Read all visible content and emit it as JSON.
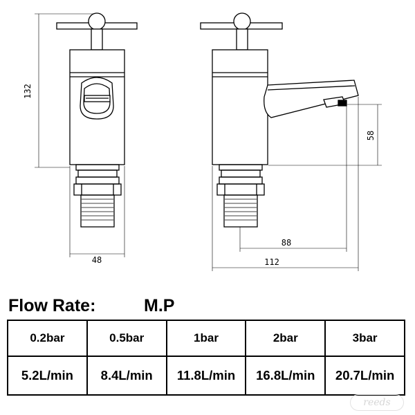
{
  "dimensions": {
    "height_label": "132",
    "width_front_label": "48",
    "spout_height_label": "58",
    "spout_reach_label": "88",
    "overall_depth_label": "112"
  },
  "flow_rate": {
    "title": "Flow Rate:",
    "pressure_type": "M.P",
    "headers": [
      "0.2bar",
      "0.5bar",
      "1bar",
      "2bar",
      "3bar"
    ],
    "values": [
      "5.2L/min",
      "8.4L/min",
      "11.8L/min",
      "16.8L/min",
      "20.7L/min"
    ]
  },
  "brand_watermark": "reeds"
}
